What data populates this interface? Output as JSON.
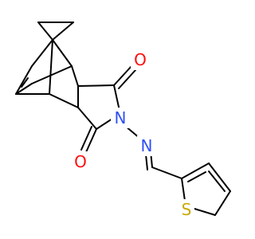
{
  "colors": {
    "bond": "#000000",
    "oxygen": "#ff0d0d",
    "nitrogen": "#3050f8",
    "sulfur": "#c8a800",
    "background": "#ffffff"
  },
  "atoms": {
    "o1": {
      "symbol": "O",
      "element": "oxygen"
    },
    "o2": {
      "symbol": "O",
      "element": "oxygen"
    },
    "n_imide": {
      "symbol": "N",
      "element": "nitrogen"
    },
    "n_imine": {
      "symbol": "N",
      "element": "nitrogen"
    },
    "s_thiophene": {
      "symbol": "S",
      "element": "sulfur"
    }
  }
}
